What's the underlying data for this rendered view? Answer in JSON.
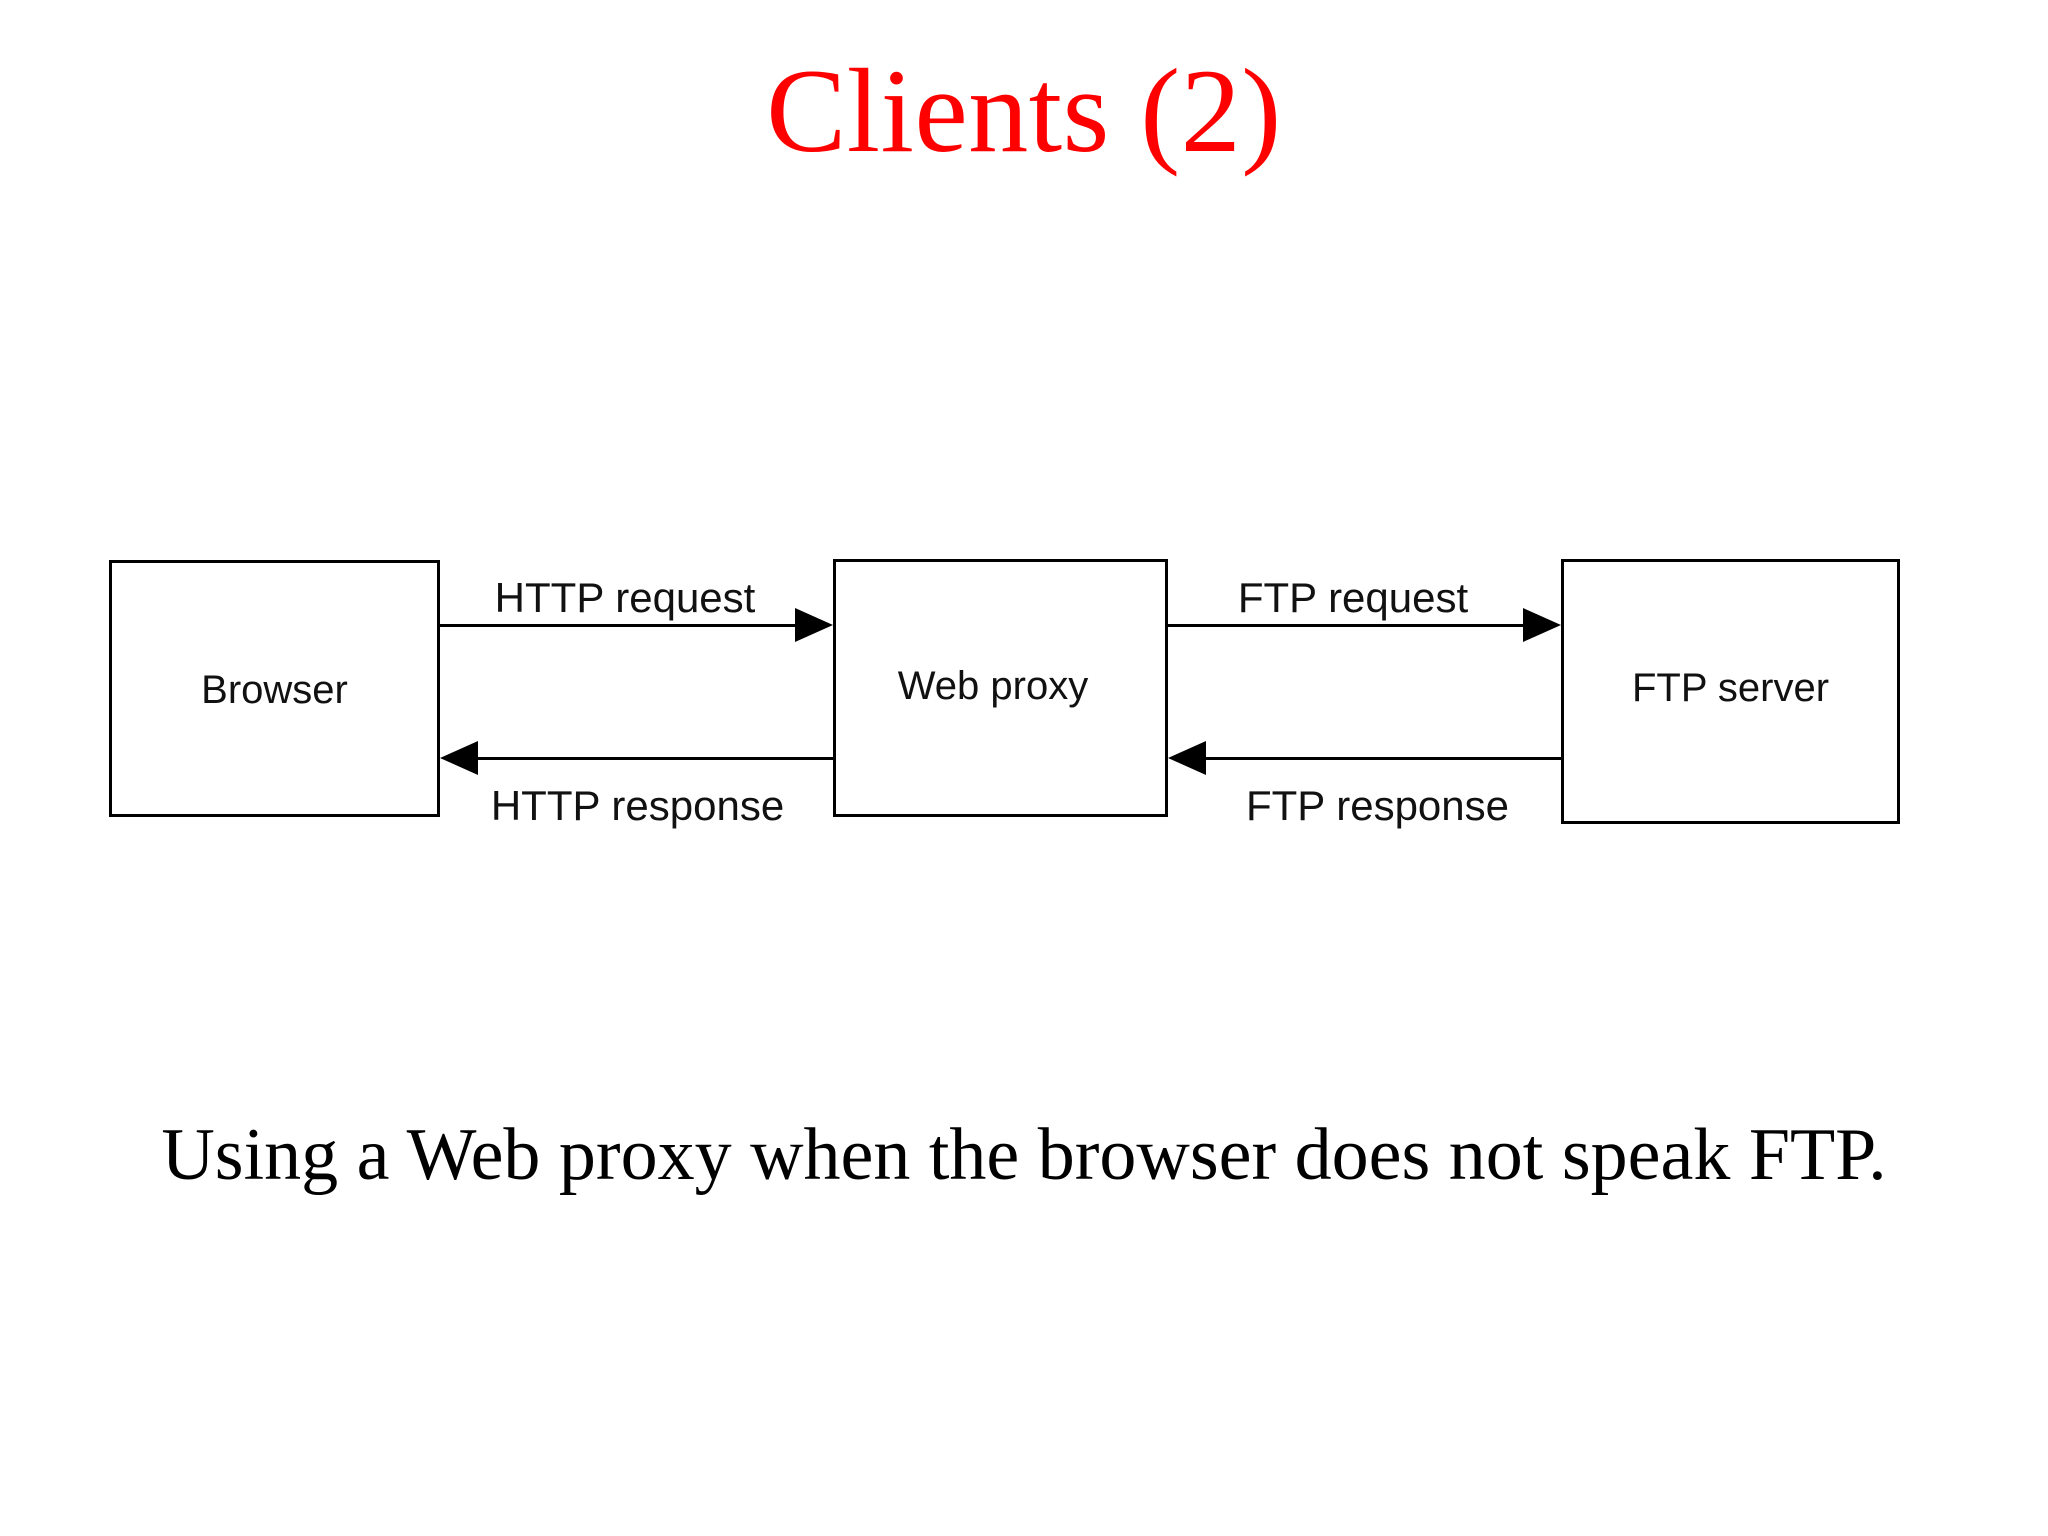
{
  "slide": {
    "title": "Clients (2)",
    "title_color": "#ff0000",
    "background_color": "#ffffff",
    "caption": "Using a Web proxy when the browser does not speak FTP."
  },
  "diagram": {
    "type": "flow",
    "nodes": [
      {
        "id": "browser",
        "label": "Browser"
      },
      {
        "id": "webproxy",
        "label": "Web proxy"
      },
      {
        "id": "ftpserver",
        "label": "FTP server"
      }
    ],
    "edges": [
      {
        "id": "http-request",
        "label": "HTTP request",
        "from": "browser",
        "to": "webproxy",
        "direction": "right"
      },
      {
        "id": "http-response",
        "label": "HTTP response",
        "from": "webproxy",
        "to": "browser",
        "direction": "left"
      },
      {
        "id": "ftp-request",
        "label": "FTP request",
        "from": "webproxy",
        "to": "ftpserver",
        "direction": "right"
      },
      {
        "id": "ftp-response",
        "label": "FTP response",
        "from": "ftpserver",
        "to": "webproxy",
        "direction": "left"
      }
    ],
    "line_color": "#000000",
    "box_border_color": "#000000"
  }
}
